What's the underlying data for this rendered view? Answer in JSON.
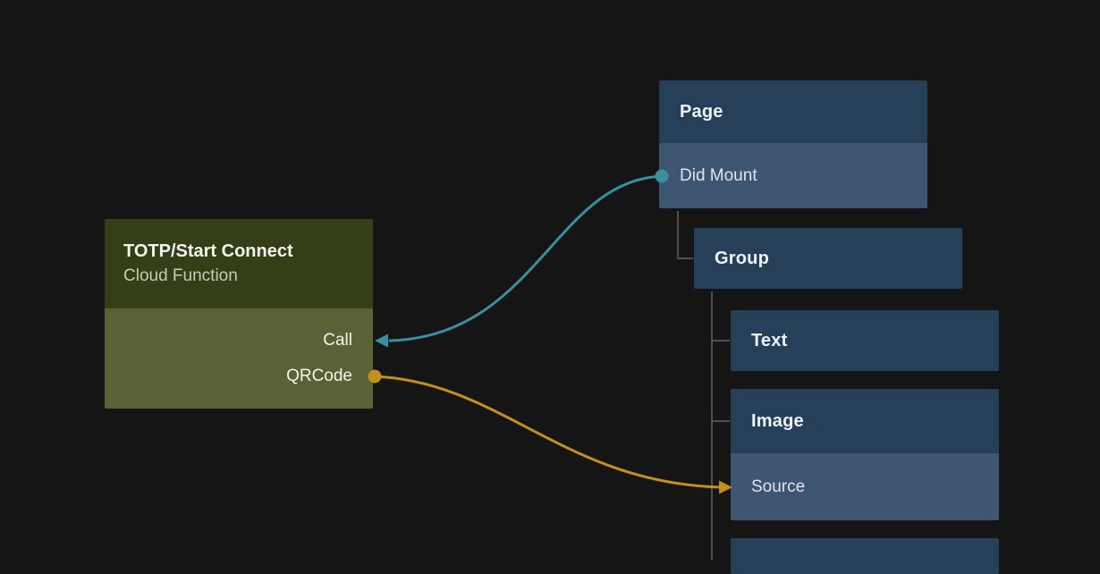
{
  "canvas": {
    "background_color": "#151515"
  },
  "function_node": {
    "title": "TOTP/Start Connect",
    "subtitle": "Cloud Function",
    "outputs": [
      {
        "label": "Call"
      },
      {
        "label": "QRCode"
      }
    ],
    "colors": {
      "header": "#353f17",
      "body": "#5a6134"
    }
  },
  "widget_tree": {
    "page": {
      "title": "Page",
      "trigger": "Did Mount"
    },
    "group": {
      "title": "Group"
    },
    "text": {
      "title": "Text"
    },
    "image": {
      "title": "Image",
      "property": "Source"
    },
    "colors": {
      "header": "#264059",
      "row": "#3e5672"
    },
    "line_color": "#4f4f4f"
  },
  "connections": [
    {
      "id": "did-mount-to-call",
      "from": "Page / Did Mount",
      "to": "TOTP/Start Connect / Call",
      "color": "#3b8da0"
    },
    {
      "id": "qrcode-to-source",
      "from": "TOTP/Start Connect / QRCode",
      "to": "Image / Source",
      "color": "#c2901f"
    }
  ]
}
